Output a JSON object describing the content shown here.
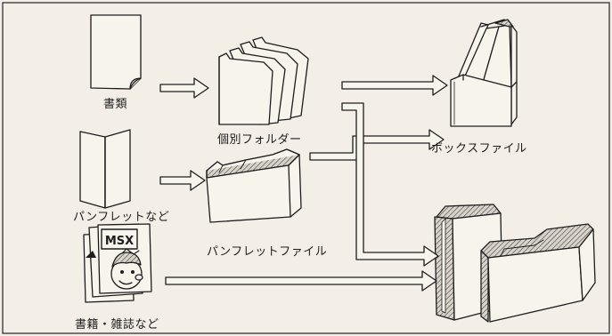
{
  "labels": {
    "documents": "書類",
    "individual_folder": "個別フォルダー",
    "box_file": "ボックスファイル",
    "pamphlets": "パンフレットなど",
    "pamphlet_file": "パンフレットファイル",
    "books_magazines": "書籍・雑誌など"
  },
  "magazine_cover_text": "MSX",
  "colors": {
    "background": "#f3efe6",
    "ink": "#1d1d1d",
    "paper": "#f7f4ec",
    "hatch": "#8a8a8a"
  },
  "icons": {
    "documents": "paper-sheet-icon",
    "individual_folder": "folder-stack-icon",
    "box_file": "magazine-box-icon",
    "pamphlets": "pamphlet-icon",
    "pamphlet_file": "pamphlet-file-box-icon",
    "books_magazines": "magazine-stack-icon",
    "storage_boxes": "storage-box-pair-icon"
  }
}
